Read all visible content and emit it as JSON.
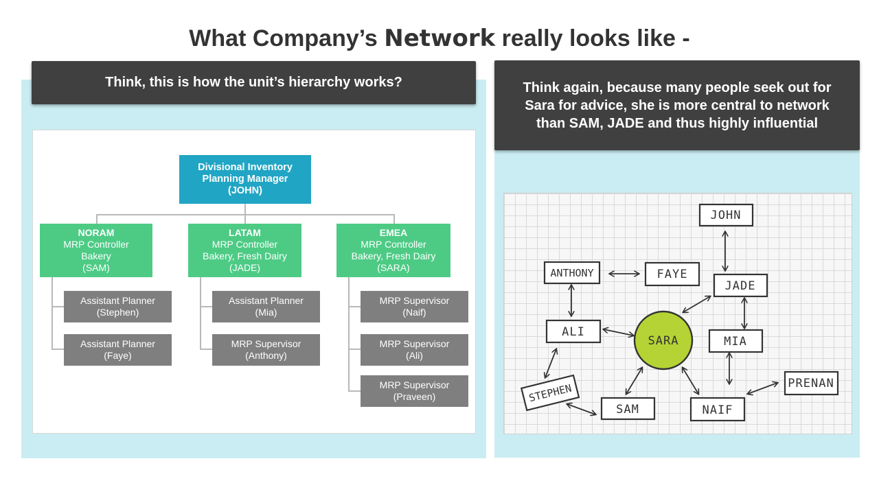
{
  "title": {
    "prefix": "What Company’s ",
    "emphasis": "Network",
    "suffix": " really looks like -"
  },
  "left_panel": {
    "header": "Think, this is how the unit’s hierarchy works?"
  },
  "right_panel": {
    "header": "Think again, because many people seek out for Sara for advice, she is more central to network than SAM, JADE  and thus highly influential"
  },
  "org_chart": {
    "root": {
      "line1": "Divisional Inventory",
      "line2": "Planning Manager",
      "line3": "(JOHN)"
    },
    "regions": [
      {
        "name": "NORAM",
        "role": "MRP Controller",
        "area": "Bakery",
        "person": "(SAM)",
        "staff": [
          {
            "role": "Assistant Planner",
            "person": "(Stephen)"
          },
          {
            "role": "Assistant Planner",
            "person": "(Faye)"
          }
        ]
      },
      {
        "name": "LATAM",
        "role": "MRP Controller",
        "area": "Bakery, Fresh Dairy",
        "person": "(JADE)",
        "staff": [
          {
            "role": "Assistant Planner",
            "person": "(Mia)"
          },
          {
            "role": "MRP Supervisor",
            "person": "(Anthony)"
          }
        ]
      },
      {
        "name": "EMEA",
        "role": "MRP Controller",
        "area": "Bakery, Fresh Dairy",
        "person": "(SARA)",
        "staff": [
          {
            "role": "MRP Supervisor",
            "person": "(Naif)"
          },
          {
            "role": "MRP Supervisor",
            "person": "(Ali)"
          },
          {
            "role": "MRP Supervisor",
            "person": "(Praveen)"
          }
        ]
      }
    ]
  },
  "network": {
    "center": "SARA",
    "nodes": {
      "john": "JOHN",
      "anthony": "ANTHONY",
      "faye": "FAYE",
      "jade": "JADE",
      "ali": "ALI",
      "mia": "MIA",
      "stephen": "STEPHEN",
      "sam": "SAM",
      "naif": "NAIF",
      "prenan": "PRENAN"
    },
    "colors": {
      "center_fill": "#b5d334",
      "ink": "#333333"
    }
  },
  "colors": {
    "root": "#21a5c4",
    "region": "#4dcb85",
    "staff": "#7f7f7f",
    "header": "#404040",
    "panel": "#c9edf2"
  }
}
